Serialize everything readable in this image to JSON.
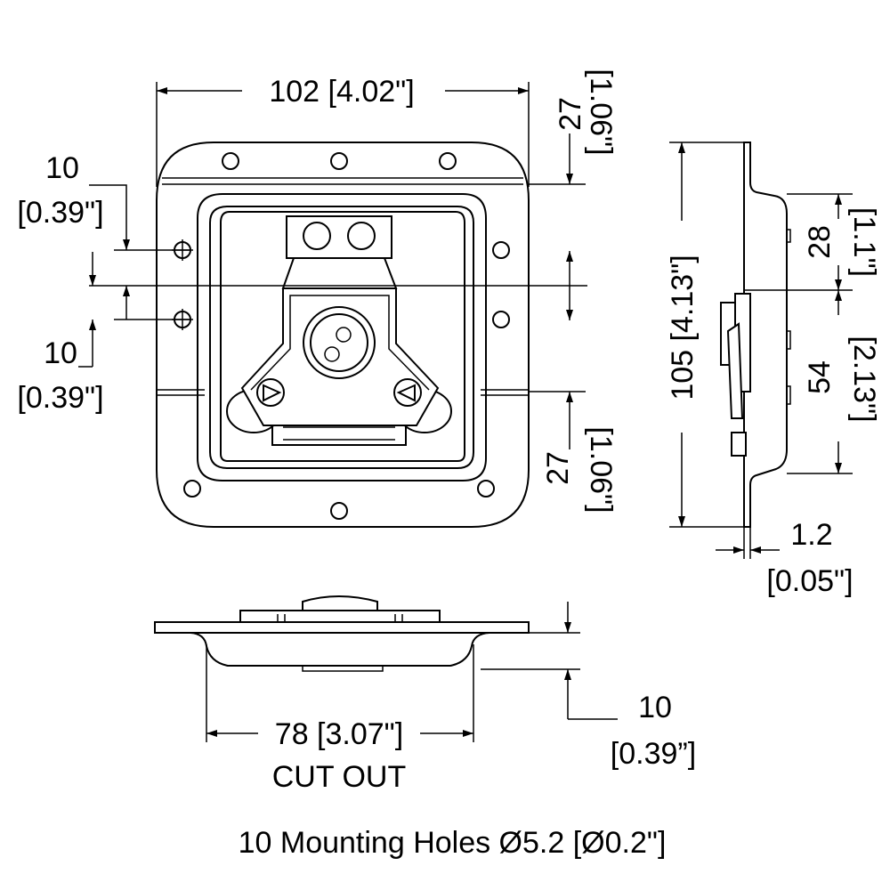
{
  "dimensions": {
    "top_width": "102 [4.02\"]",
    "top_right_upper_mm": "27",
    "top_right_upper_in": "[1.06\"]",
    "left_upper_mm": "10",
    "left_upper_in": "[0.39\"]",
    "left_lower_mm": "10",
    "left_lower_in": "[0.39\"]",
    "right_lower_mm": "27",
    "right_lower_in": "[1.06\"]",
    "side_height": "105 [4.13\"]",
    "side_upper_mm": "28",
    "side_upper_in": "[1.1\"]",
    "side_lower_mm": "54",
    "side_lower_in": "[2.13\"]",
    "flange_mm": "1.2",
    "flange_in": "[0.05\"]",
    "depth_mm": "10",
    "depth_in": "[0.39”]",
    "cutout": "78 [3.07\"]",
    "cutout_label": "CUT OUT"
  },
  "caption": "10 Mounting Holes Ø5.2 [Ø0.2\"]"
}
